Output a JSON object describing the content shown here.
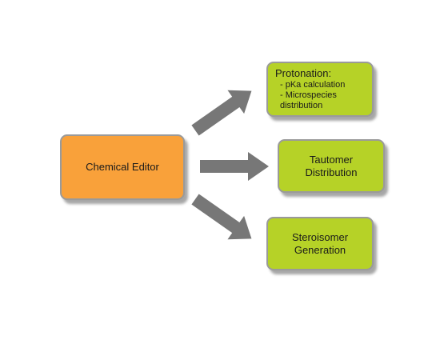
{
  "colors": {
    "source_fill": "#f9a13a",
    "target_fill": "#b6d227",
    "box_border": "#9a9a9a",
    "arrow_fill": "#777777"
  },
  "nodes": {
    "editor": {
      "label": "Chemical Editor"
    },
    "protonation": {
      "title": "Protonation:",
      "items": [
        "- pKa calculation",
        "- Microspecies\n   distribution"
      ]
    },
    "tautomer": {
      "label": "Tautomer\nDistribution"
    },
    "stereoisomer": {
      "label": "Steroisomer\nGeneration"
    }
  },
  "edges": [
    {
      "from": "editor",
      "to": "protonation"
    },
    {
      "from": "editor",
      "to": "tautomer"
    },
    {
      "from": "editor",
      "to": "stereoisomer"
    }
  ]
}
